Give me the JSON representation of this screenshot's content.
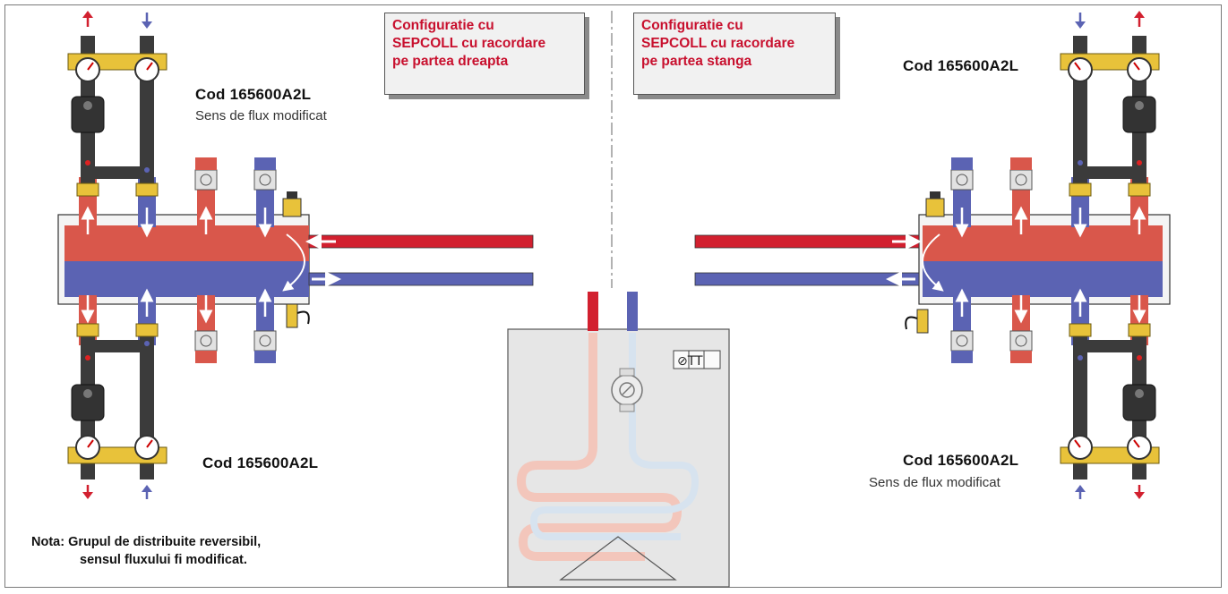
{
  "config_boxes": [
    {
      "lines": [
        "Configuratie cu",
        "SEPCOLL cu racordare",
        "pe partea dreapta"
      ]
    },
    {
      "lines": [
        "Configuratie cu",
        "SEPCOLL cu racordare",
        "pe partea stanga"
      ]
    }
  ],
  "codes": {
    "top_left": "Cod  165600A2L",
    "bottom_left": "Cod 165600A2L",
    "top_right": "Cod 165600A2L",
    "bottom_right": "Cod 165600A2L"
  },
  "flow_notes": {
    "top_left": "Sens de flux modificat",
    "bottom_right": "Sens de flux modificat"
  },
  "note": {
    "line1": "Nota: Grupul de distribuite reversibil,",
    "line2": "sensul fluxului fi modificat."
  },
  "boiler_symbol": "⊘TT",
  "colors": {
    "hot": "#d9574b",
    "hot_line": "#d2202f",
    "cold": "#5b63b3",
    "pipe_dark": "#3b3b3b",
    "brass": "#e8c23a",
    "config_text": "#c8102e",
    "boiler_bg": "#e6e6e6"
  }
}
